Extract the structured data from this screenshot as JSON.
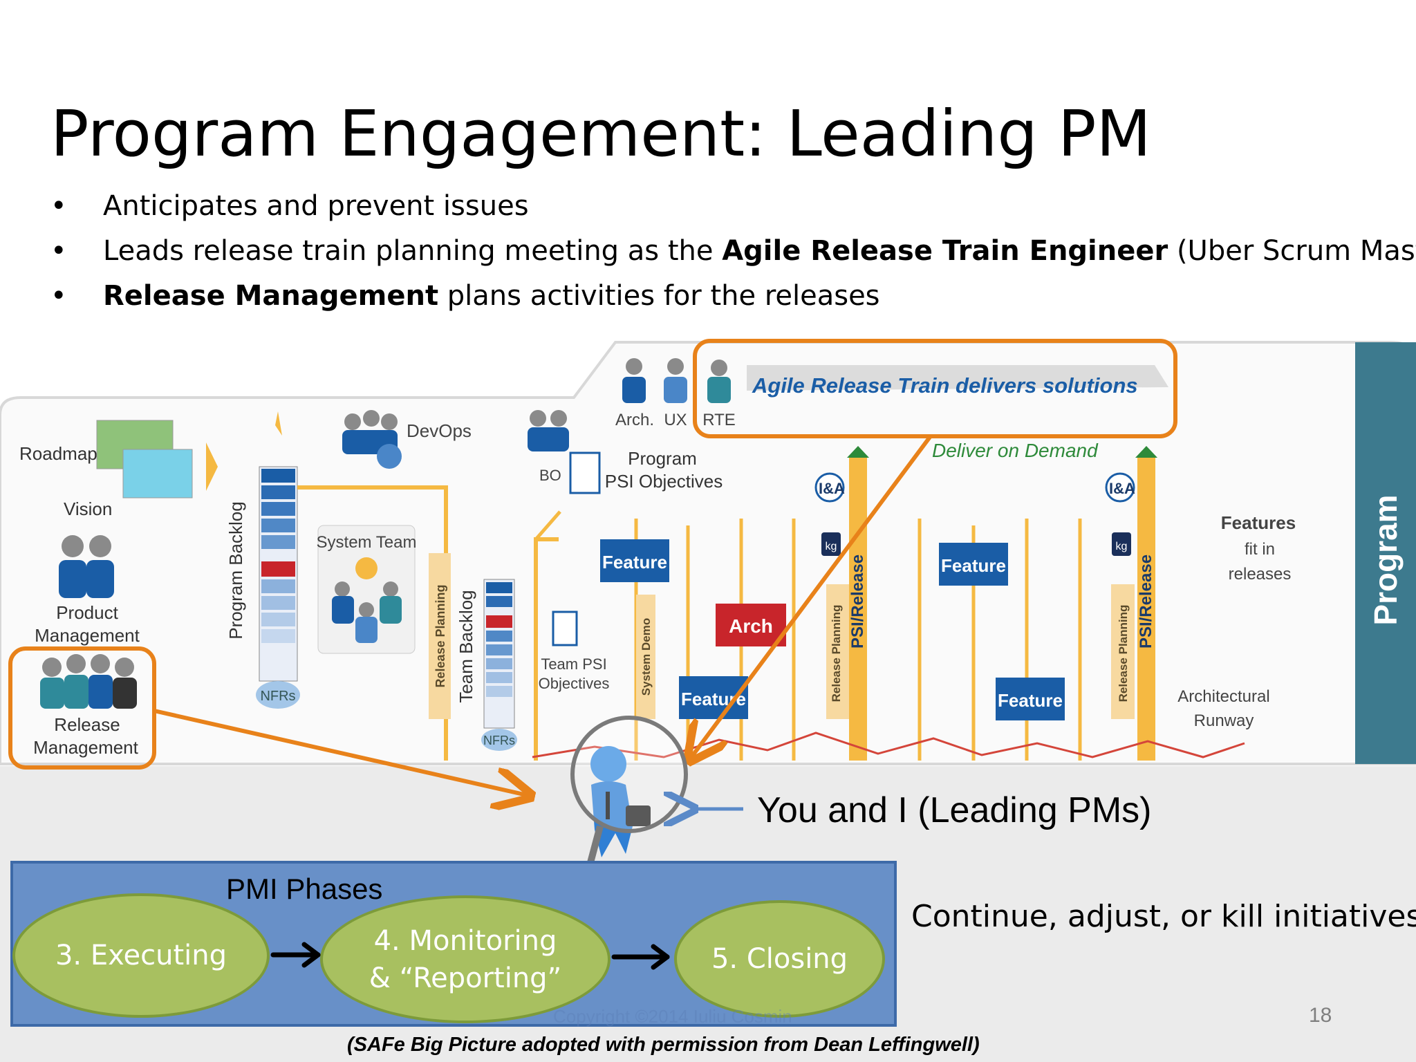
{
  "slide": {
    "title": "Program Engagement: Leading PM",
    "bullet_char": "•",
    "bullets": [
      {
        "text": "Anticipates and prevent issues"
      },
      {
        "pre": "Leads release train planning meeting as the ",
        "bold": "Agile Release Train Engineer",
        "post": " (Uber Scrum Master)"
      },
      {
        "bold": "Release Management",
        "post": " plans activities for the releases"
      }
    ],
    "page_number": "18",
    "copyright": "Copyright ©2014 Iuliu Cosmin",
    "source_note": "(SAFe Big Picture adopted with permission from Dean Leffingwell)"
  },
  "diagram": {
    "roadmap": "Roadmap",
    "vision": "Vision",
    "product_management": [
      "Product",
      "Management"
    ],
    "release_management": [
      "Release",
      "Management"
    ],
    "program_backlog": "Program Backlog",
    "nfrs": "NFRs",
    "devops": "DevOps",
    "system_team": "System Team",
    "release_planning": "Release Planning",
    "team_backlog": "Team Backlog",
    "bo": "BO",
    "team_psi_objectives": [
      "Team PSI",
      "Objectives"
    ],
    "arch": "Arch.",
    "ux": "UX",
    "rte": "RTE",
    "program_psi_objectives": [
      "Program",
      "PSI Objectives"
    ],
    "agile_release_train": "Agile Release Train delivers solutions",
    "deliver_on_demand": "Deliver on Demand",
    "ia": "I&A",
    "kg": "kg",
    "psi_release": "PSI/Release",
    "system_demo": "System Demo",
    "feature": "Feature",
    "arch_block": "Arch",
    "features_fit": [
      "Features",
      "fit in",
      "releases"
    ],
    "architectural_runway": [
      "Architectural",
      "Runway"
    ],
    "program_side": "Program"
  },
  "you_label": "You and I (Leading PMs)",
  "pmi": {
    "title": "PMI Phases",
    "phases": [
      {
        "line1": "3. Executing",
        "line2": ""
      },
      {
        "line1": "4. Monitoring",
        "line2": "& “Reporting”"
      },
      {
        "line1": "5. Closing",
        "line2": ""
      }
    ]
  },
  "continue_text": "Continue, adjust, or kill initiatives",
  "colors": {
    "orange_callout": "#e8821a",
    "feature_blue": "#1a5da6",
    "arch_red": "#c8252b",
    "program_teal": "#3d7a8e",
    "phase_green": "#a8c060",
    "pmi_box_blue": "#6890c8"
  }
}
